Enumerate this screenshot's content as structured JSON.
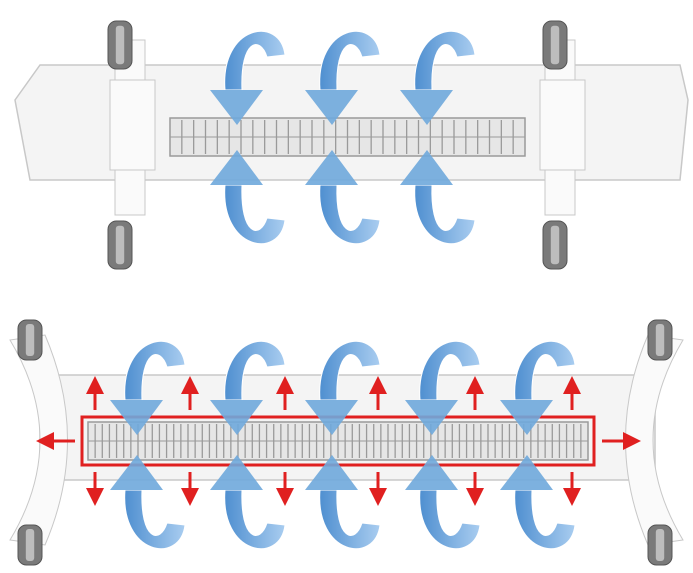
{
  "image": {
    "subject": "convector-heater-airflow",
    "colors": {
      "background": "#ffffff",
      "body": "#f4f4f4",
      "outline": "#c8c8c8",
      "grille": "#9a9a9a",
      "airflow_blue": "#6fa8dc",
      "airflow_blue_dark": "#3d7fc0",
      "heat_red": "#e02020",
      "wheel": "#7a7a7a"
    },
    "top_heater": {
      "airflow_arrow_pairs": 3
    },
    "bottom_heater": {
      "airflow_arrow_pairs": 5,
      "heat_arrow_columns": 6,
      "side_heat_arrows": 2
    }
  }
}
